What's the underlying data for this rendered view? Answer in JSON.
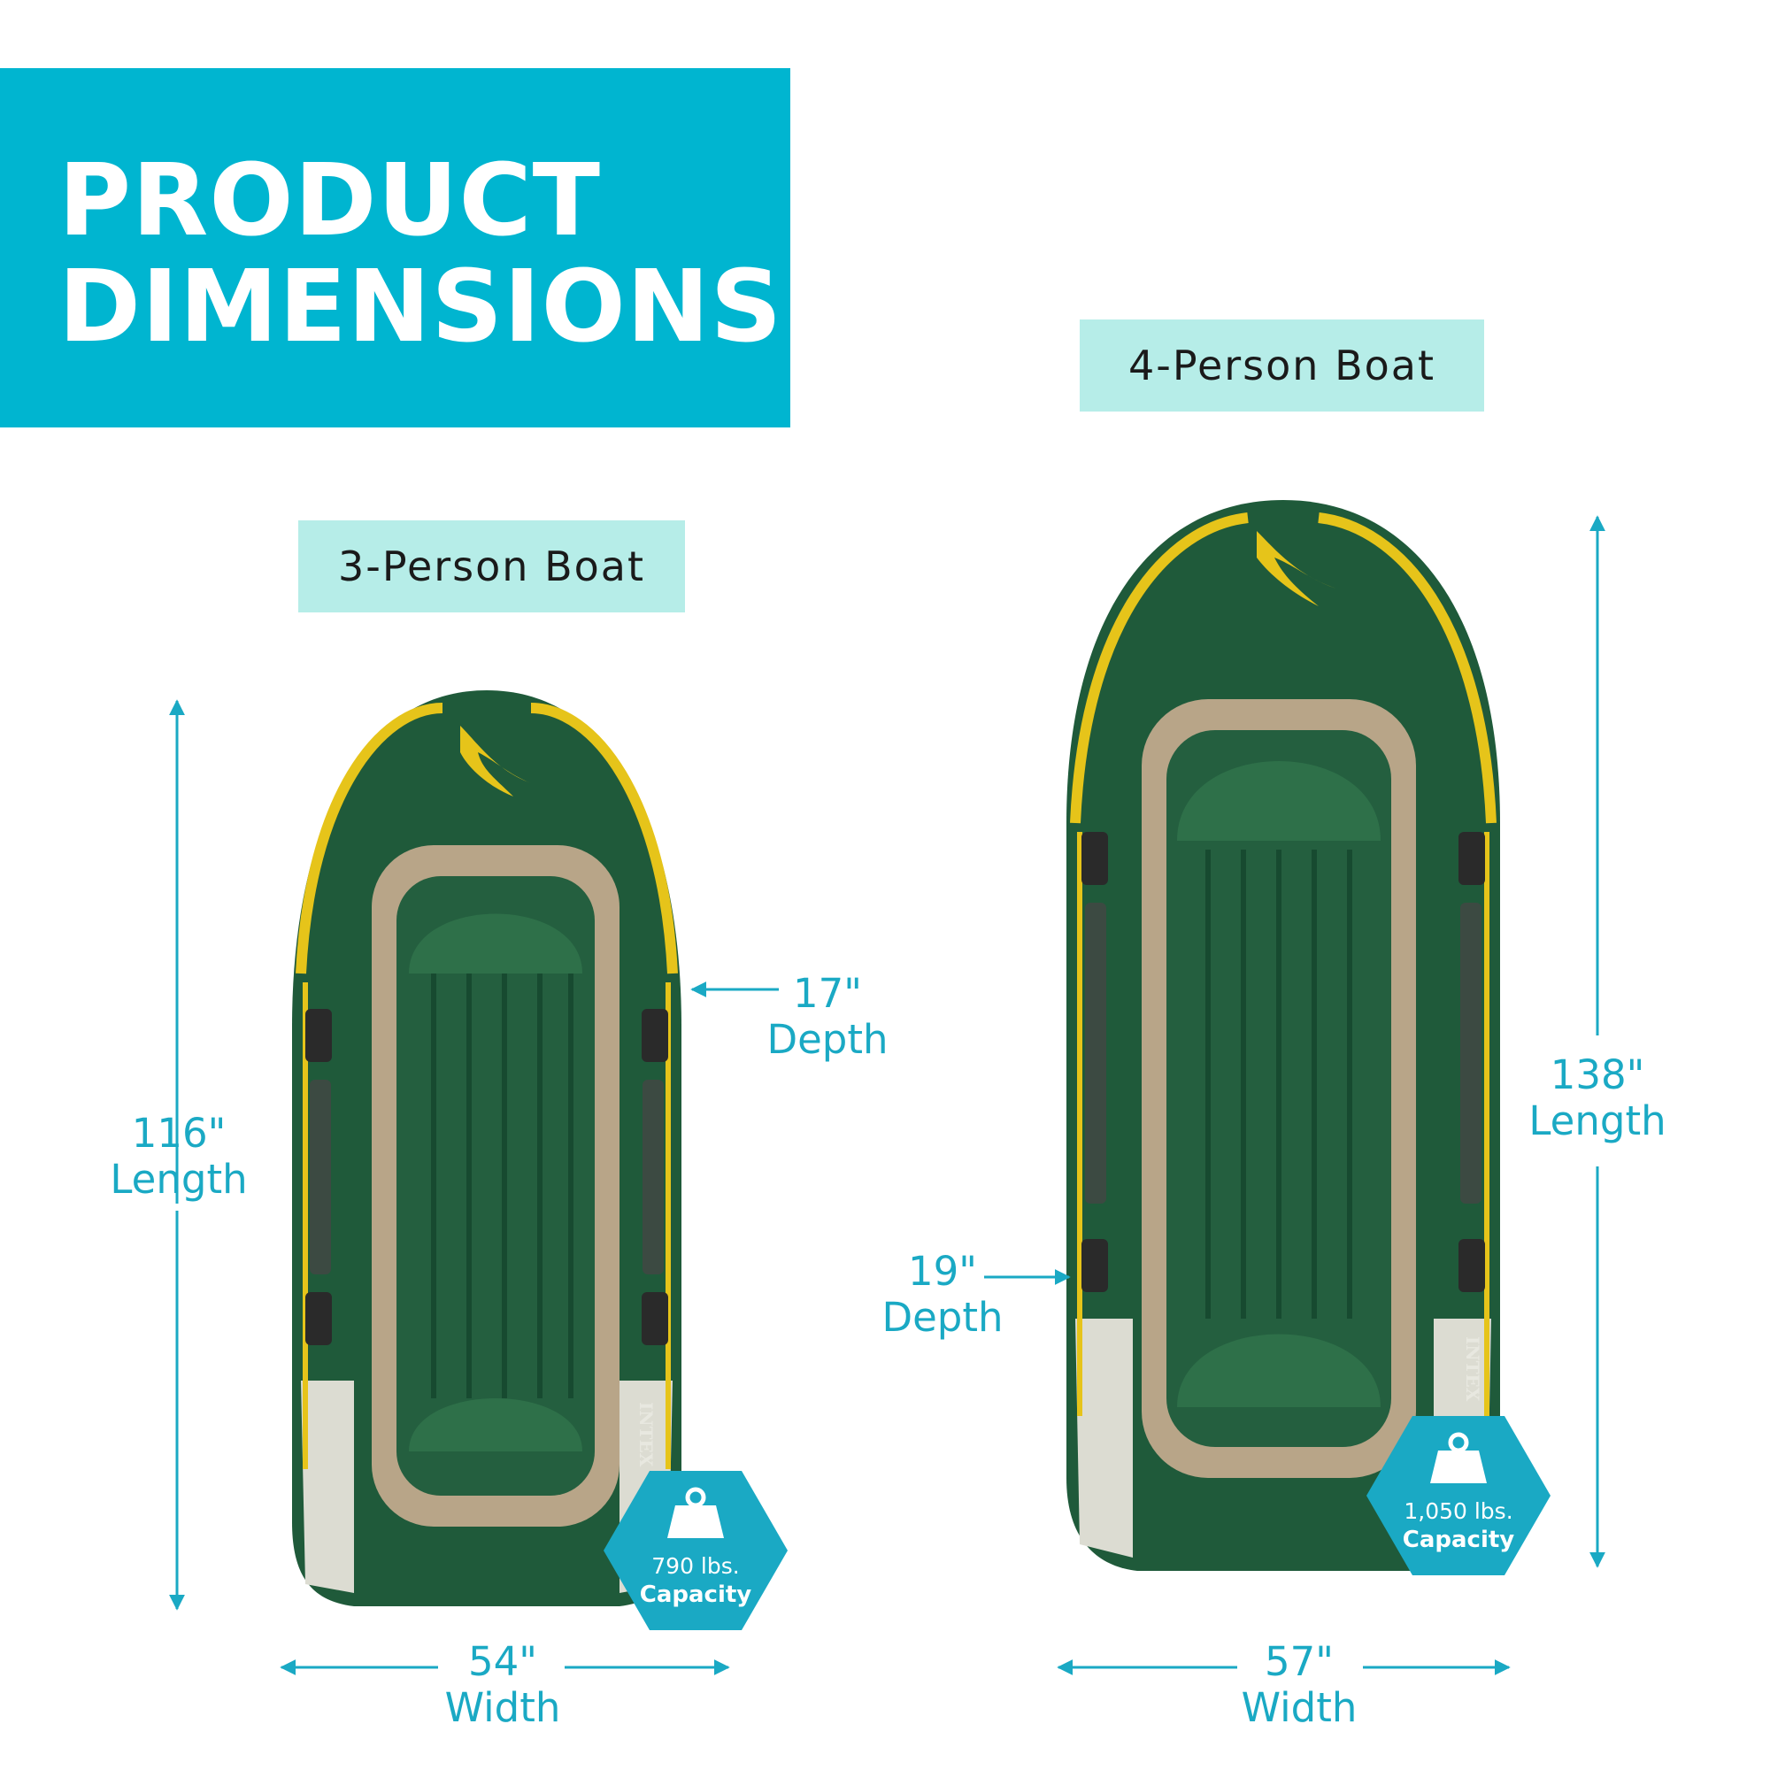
{
  "header": {
    "line1": "PRODUCT",
    "line2": "DIMENSIONS"
  },
  "colors": {
    "accent": "#00b5d0",
    "label_bg": "#b6ede8",
    "dimension_text": "#1aa9c4",
    "boat_green": "#1f5a3a",
    "boat_yellow": "#e6c41a",
    "boat_tan": "#b8a588"
  },
  "boat_3": {
    "label": "3-Person Boat",
    "length_value": "116\"",
    "length_label": "Length",
    "depth_value": "17\"",
    "depth_label": "Depth",
    "width_value": "54\"",
    "width_label": "Width",
    "capacity_weight": "790 lbs.",
    "capacity_label": "Capacity",
    "capacity_icon": "weight-icon",
    "brand_text": "INTEX"
  },
  "boat_4": {
    "label": "4-Person Boat",
    "length_value": "138\"",
    "length_label": "Length",
    "depth_value": "19\"",
    "depth_label": "Depth",
    "width_value": "57\"",
    "width_label": "Width",
    "capacity_weight": "1,050 lbs.",
    "capacity_label": "Capacity",
    "capacity_icon": "weight-icon",
    "brand_text": "INTEX"
  }
}
